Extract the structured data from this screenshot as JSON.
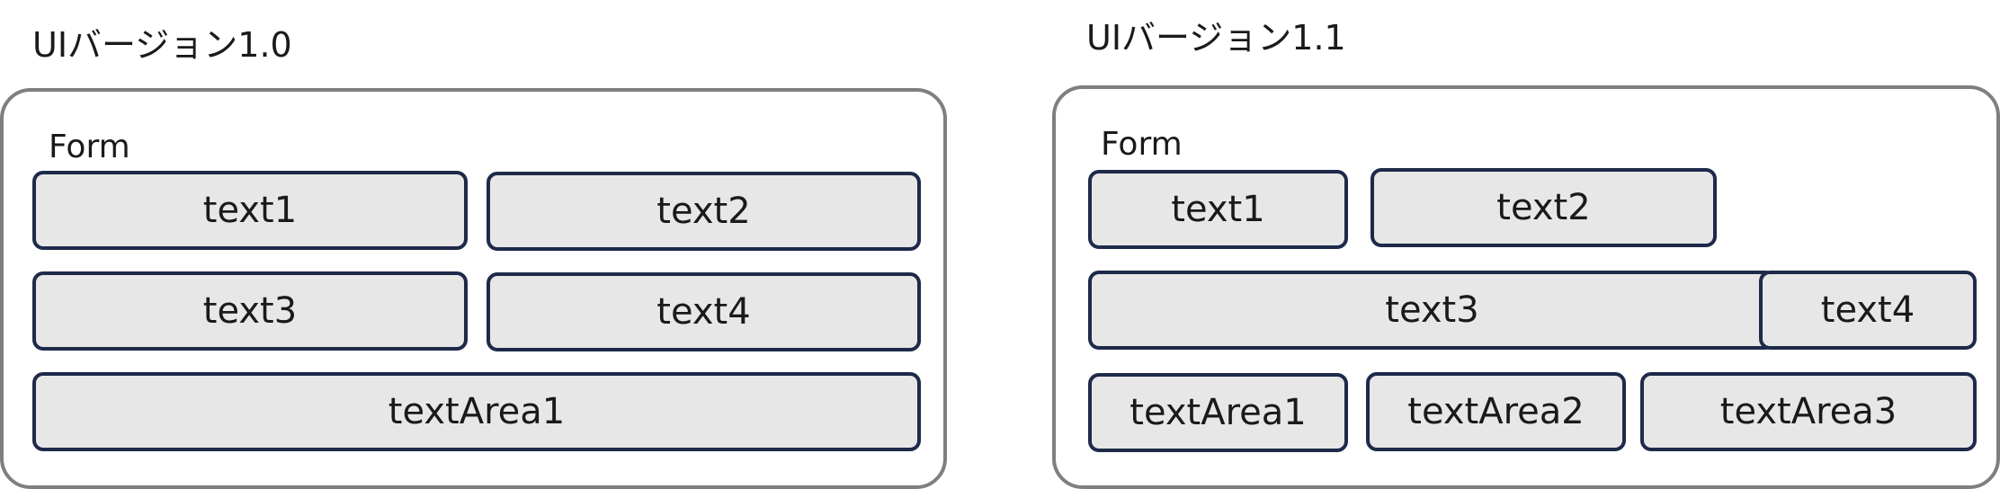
{
  "panels": [
    {
      "title": "UIバージョン1.0",
      "form_label": "Form",
      "fields": [
        "text1",
        "text2",
        "text3",
        "text4",
        "textArea1"
      ]
    },
    {
      "title": "UIバージョン1.1",
      "form_label": "Form",
      "fields": [
        "text1",
        "text2",
        "text3",
        "text4",
        "textArea1",
        "textArea2",
        "textArea3"
      ]
    }
  ],
  "colors": {
    "panel_border": "#7f7f7f",
    "field_border": "#1e2a4a",
    "field_fill": "#e7e7e7"
  }
}
